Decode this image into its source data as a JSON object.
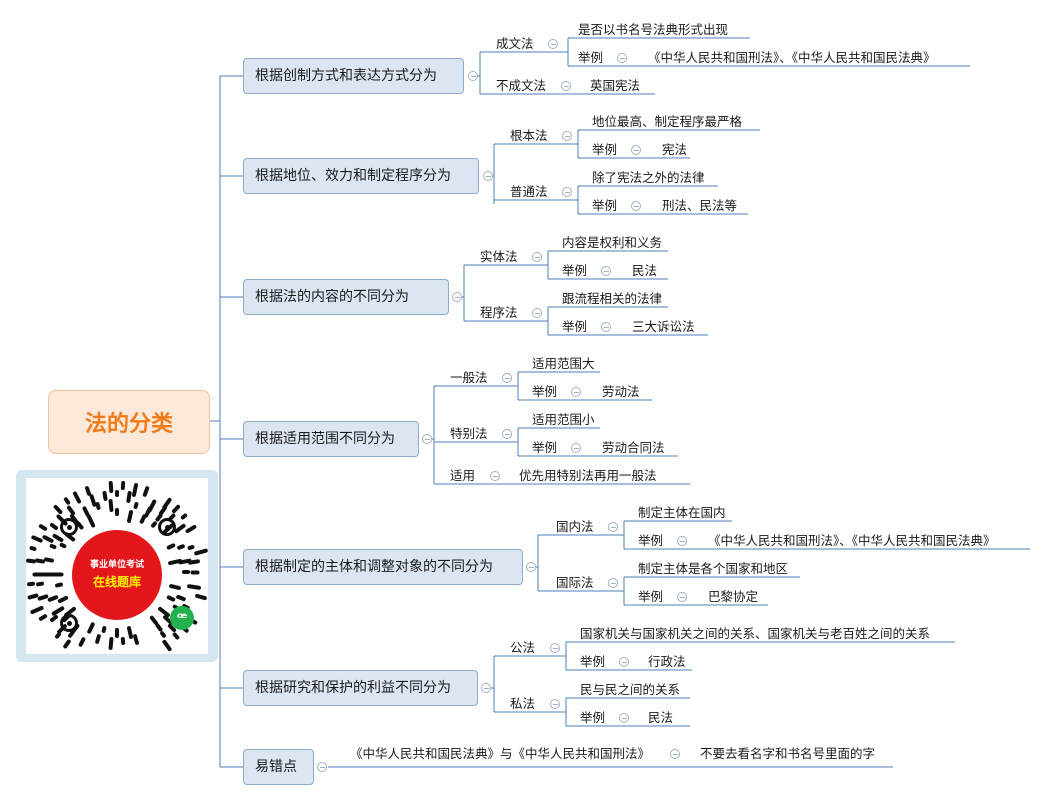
{
  "root": "法的分类",
  "qr": {
    "badge_top": "事业单位考试",
    "badge_main": "在线题库",
    "icon": "mini-program-icon"
  },
  "branches": [
    {
      "label": "根据创制方式和表达方式分为",
      "children": [
        {
          "label": "成文法",
          "items": [
            "是否以书名号法典形式出现"
          ],
          "example": [
            "举例",
            "《中华人民共和国刑法》、《中华人民共和国民法典》"
          ]
        },
        {
          "label": "不成文法",
          "items": [
            "英国宪法"
          ]
        }
      ]
    },
    {
      "label": "根据地位、效力和制定程序分为",
      "children": [
        {
          "label": "根本法",
          "items": [
            "地位最高、制定程序最严格"
          ],
          "example": [
            "举例",
            "宪法"
          ]
        },
        {
          "label": "普通法",
          "items": [
            "除了宪法之外的法律"
          ],
          "example": [
            "举例",
            "刑法、民法等"
          ]
        }
      ]
    },
    {
      "label": "根据法的内容的不同分为",
      "children": [
        {
          "label": "实体法",
          "items": [
            "内容是权利和义务"
          ],
          "example": [
            "举例",
            "民法"
          ]
        },
        {
          "label": "程序法",
          "items": [
            "跟流程相关的法律"
          ],
          "example": [
            "举例",
            "三大诉讼法"
          ]
        }
      ]
    },
    {
      "label": "根据适用范围不同分为",
      "children": [
        {
          "label": "一般法",
          "items": [
            "适用范围大"
          ],
          "example": [
            "举例",
            "劳动法"
          ]
        },
        {
          "label": "特别法",
          "items": [
            "适用范围小"
          ],
          "example": [
            "举例",
            "劳动合同法"
          ]
        },
        {
          "label": "适用",
          "items": [
            "优先用特别法再用一般法"
          ]
        }
      ]
    },
    {
      "label": "根据制定的主体和调整对象的不同分为",
      "children": [
        {
          "label": "国内法",
          "items": [
            "制定主体在国内"
          ],
          "example": [
            "举例",
            "《中华人民共和国刑法》、《中华人民共和国民法典》"
          ]
        },
        {
          "label": "国际法",
          "items": [
            "制定主体是各个国家和地区"
          ],
          "example": [
            "举例",
            "巴黎协定"
          ]
        }
      ]
    },
    {
      "label": "根据研究和保护的利益不同分为",
      "children": [
        {
          "label": "公法",
          "items": [
            "国家机关与国家机关之间的关系、国家机关与老百姓之间的关系"
          ],
          "example": [
            "举例",
            "行政法"
          ]
        },
        {
          "label": "私法",
          "items": [
            "民与民之间的关系"
          ],
          "example": [
            "举例",
            "民法"
          ]
        }
      ]
    },
    {
      "label": "易错点",
      "children": [
        {
          "label": "《中华人民共和国民法典》与《中华人民共和国刑法》",
          "items": [
            "不要去看名字和书名号里面的字"
          ]
        }
      ]
    }
  ]
}
